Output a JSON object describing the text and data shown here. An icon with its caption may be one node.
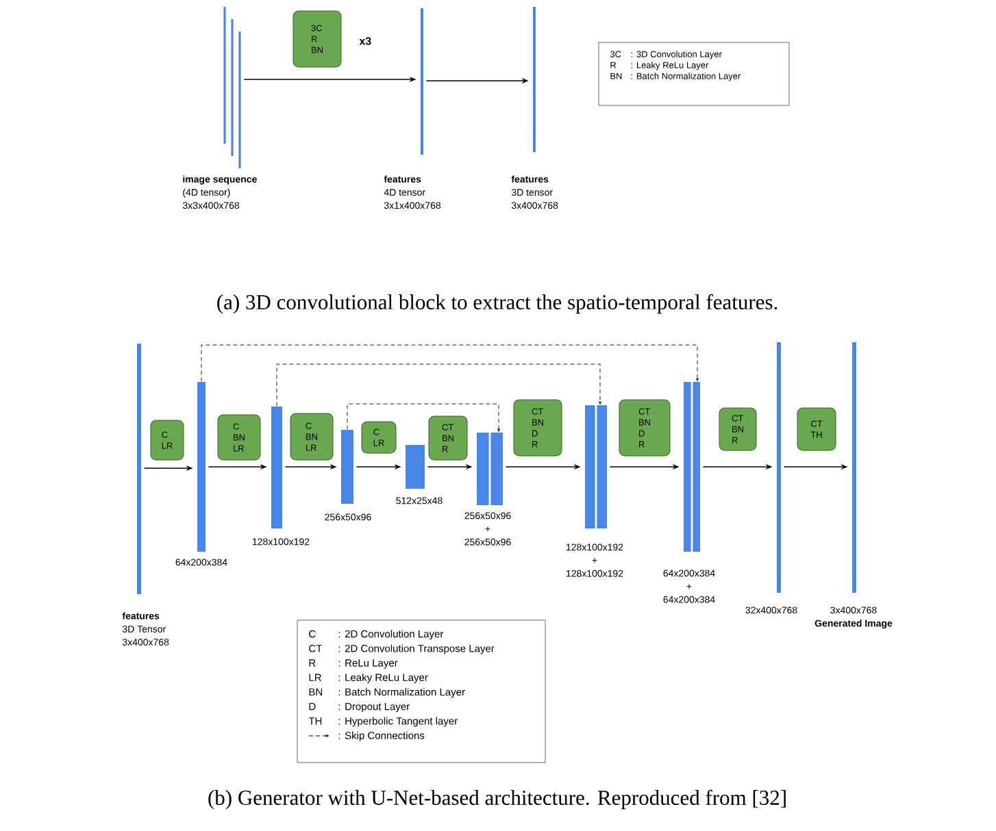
{
  "diagram": {
    "nodes": [
      {
        "text": [],
        "shape": "bar",
        "beside": [
          "image sequence",
          "(4D  tensor)",
          "3x3x400x768"
        ]
      },
      {
        "text": [
          "3C",
          "R",
          "BN"
        ],
        "beside": [
          "x3"
        ]
      },
      {
        "text": [],
        "shape": "bar",
        "beside": [
          "features",
          "4D tensor",
          "3x1x400x768"
        ]
      },
      {
        "text": [],
        "shape": "bar",
        "beside": [
          "features",
          "3D tensor",
          "3x400x768"
        ]
      },
      {
        "text": [
          "3C",
          ": 3D Convolution Layer",
          "R",
          ": Leaky ReLu Layer",
          "BN",
          ": Batch Normalization Layer"
        ]
      },
      {
        "text": [],
        "shape": "bar",
        "beside": [
          "features",
          "3D Tensor",
          "3x400x768"
        ]
      },
      {
        "text": [],
        "shape": "bar",
        "beside": [
          "64x200x384"
        ]
      },
      {
        "text": [],
        "shape": "bar",
        "beside": [
          "128x100x192"
        ]
      },
      {
        "text": [],
        "shape": "bar",
        "beside": [
          "256x50x96"
        ]
      },
      {
        "text": [],
        "shape": "bar",
        "beside": [
          "512x25x48"
        ]
      },
      {
        "text": [],
        "shape": "bar",
        "beside": [
          "256x50x96",
          "+",
          "256x50x96"
        ]
      },
      {
        "text": [],
        "shape": "bar",
        "beside": [
          "128x100x192",
          "+",
          "128x100x192"
        ]
      },
      {
        "text": [],
        "shape": "bar",
        "beside": [
          "64x200x384",
          "+",
          "64x200x384"
        ]
      },
      {
        "text": [],
        "shape": "bar",
        "beside": [
          "32x400x768"
        ]
      },
      {
        "text": [],
        "shape": "bar",
        "beside": [
          "3x400x768",
          "Generated Image"
        ]
      },
      {
        "text": [
          "C",
          "LR"
        ]
      },
      {
        "text": [
          "C",
          "BN",
          "LR"
        ]
      },
      {
        "text": [
          "C",
          "BN",
          "LR"
        ]
      },
      {
        "text": [
          "C",
          "LR"
        ]
      },
      {
        "text": [
          "CT",
          "BN",
          "R"
        ]
      },
      {
        "text": [
          "CT",
          "BN",
          "D",
          "R"
        ]
      },
      {
        "text": [
          "CT",
          "BN",
          "D",
          "R"
        ]
      },
      {
        "text": [
          "CT",
          "BN",
          "R"
        ]
      },
      {
        "text": [
          "CT",
          "TH"
        ]
      },
      {
        "text": [
          "C",
          ": 2D Convolution Layer",
          "CT",
          ": 2D Convolution Transpose Layer",
          "R",
          ": ReLu Layer",
          "LR",
          ": Leaky ReLu Layer",
          "BN",
          ": Batch Normalization Layer",
          "D",
          ": Dropout Layer",
          "TH",
          ": Hyperbolic Tangent layer",
          ": Skip Connections"
        ]
      }
    ],
    "edges": [
      {
        "from": 0,
        "to": 2,
        "arrow": "to"
      },
      {
        "from": 2,
        "to": 3,
        "arrow": "to"
      },
      {
        "from": 5,
        "to": 6,
        "arrow": "to"
      },
      {
        "from": 6,
        "to": 7,
        "arrow": "to"
      },
      {
        "from": 7,
        "to": 8,
        "arrow": "to"
      },
      {
        "from": 8,
        "to": 9,
        "arrow": "to"
      },
      {
        "from": 9,
        "to": 10,
        "arrow": "to"
      },
      {
        "from": 10,
        "to": 11,
        "arrow": "to"
      },
      {
        "from": 11,
        "to": 12,
        "arrow": "to"
      },
      {
        "from": 12,
        "to": 13,
        "arrow": "to"
      },
      {
        "from": 13,
        "to": 14,
        "arrow": "to"
      },
      {
        "from": 6,
        "to": 12,
        "arrow": "to",
        "style": "dashed"
      },
      {
        "from": 7,
        "to": 11,
        "arrow": "to",
        "style": "dashed"
      },
      {
        "from": 8,
        "to": 10,
        "arrow": "to",
        "style": "dashed"
      }
    ],
    "labels": [
      "(a) 3D convolutional block to extract the spatio-temporal features.",
      "(b) Generator with U-Net-based architecture. Reproduced from [32]"
    ]
  }
}
